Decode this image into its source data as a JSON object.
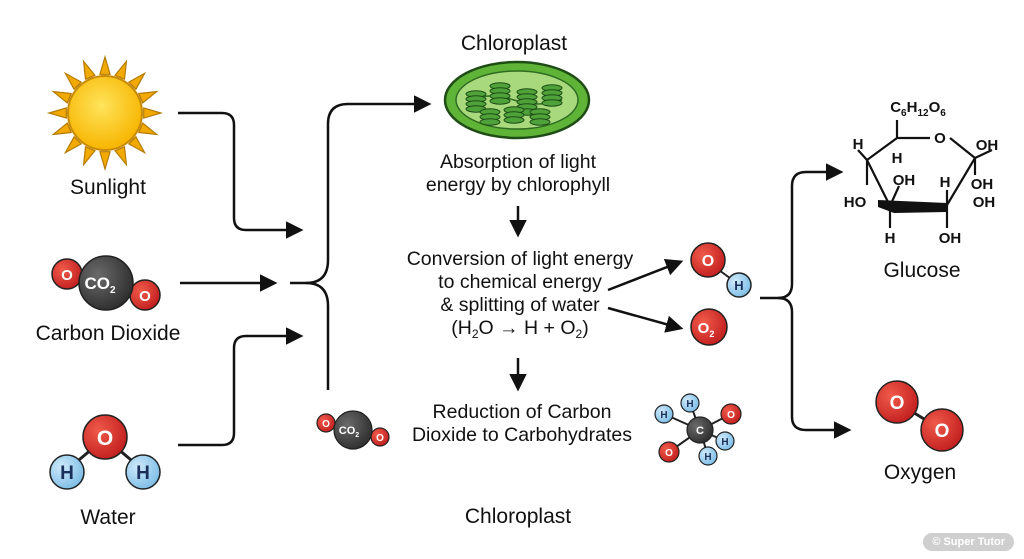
{
  "inputs": {
    "sunlight": "Sunlight",
    "carbon_dioxide": "Carbon Dioxide",
    "water": "Water"
  },
  "chloroplast_top": "Chloroplast",
  "chloroplast_bottom": "Chloroplast",
  "steps": {
    "absorption_line1": "Absorption of light",
    "absorption_line2": "energy by chlorophyll",
    "conversion_line1": "Conversion of light energy",
    "conversion_line2": "to chemical energy",
    "conversion_line3": "& splitting of water",
    "equation_open": "(H",
    "equation_h2o_sub": "2",
    "equation_mid": "O → H + O",
    "equation_o2_sub": "2",
    "equation_close": ")",
    "reduction_line1": "Reduction of Carbon",
    "reduction_line2": "Dioxide to Carbohydrates"
  },
  "molecules": {
    "co2": "CO",
    "co2_sub": "2",
    "o": "O",
    "h": "H",
    "c": "C",
    "o2": "O",
    "o2_sub": "2"
  },
  "glucose": {
    "formula_c": "C",
    "formula_c_sub": "6",
    "formula_h": "H",
    "formula_h_sub": "12",
    "formula_o": "O",
    "formula_o_sub": "6",
    "ring_o": "O",
    "oh": "OH",
    "ho": "HO",
    "h": "H"
  },
  "outputs": {
    "glucose": "Glucose",
    "oxygen": "Oxygen"
  },
  "watermark": "© Super Tutor",
  "colors": {
    "sun": "#f7b500",
    "sun_rays": "#f2a900",
    "oxygen_atom": "#d42a2a",
    "hydrogen_atom": "#8fc8ea",
    "carbon_atom": "#3d3d3d",
    "chloroplast_outer": "#5fb337",
    "chloroplast_inner": "#a8d97c",
    "thylakoid": "#3e8e2e"
  }
}
